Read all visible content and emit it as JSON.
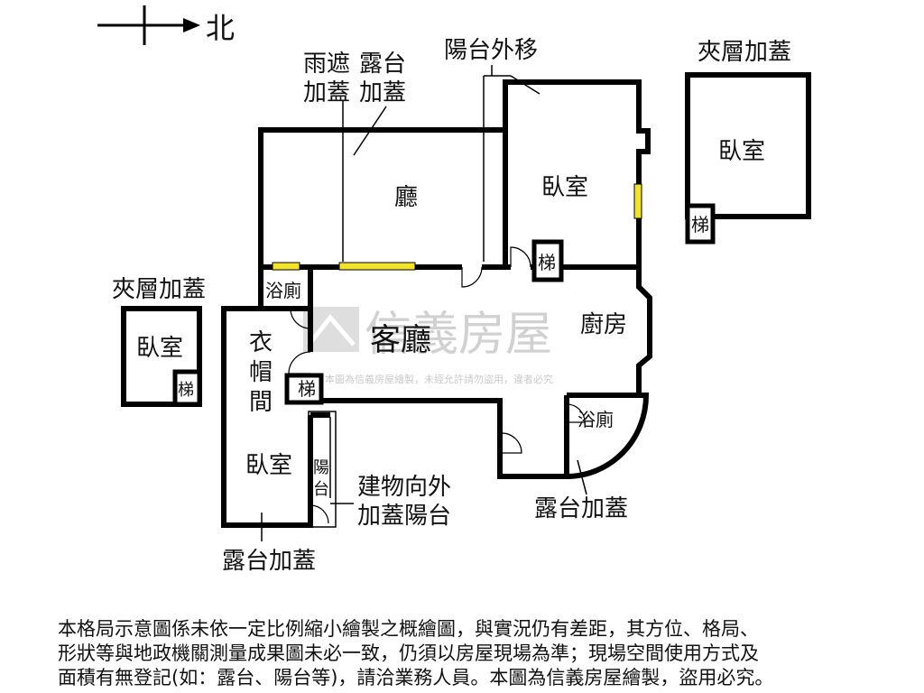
{
  "compass": {
    "direction": "北"
  },
  "labels": {
    "rain_cover": "雨遮",
    "terrace_1": "露台",
    "add_1": "加蓋",
    "add_2": "加蓋",
    "balcony_moved": "陽台外移",
    "mezzanine_right": "夾層加蓋",
    "mezzanine_left": "夾層加蓋",
    "hall": "廳",
    "bedroom_main": "臥室",
    "bedroom_mez_right": "臥室",
    "bedroom_mez_left": "臥室",
    "bedroom_left": "臥室",
    "stair_1": "梯",
    "stair_2": "梯",
    "stair_3": "梯",
    "stair_4": "梯",
    "bath_top": "浴廁",
    "bath_right": "浴廁",
    "living_room": "客廳",
    "kitchen": "廚房",
    "cloak_1": "衣",
    "cloak_2": "帽",
    "cloak_3": "間",
    "balcony_small_1": "陽",
    "balcony_small_2": "台",
    "ext_1": "建物向外",
    "ext_2": "加蓋陽台",
    "terrace_add_bottom": "露台加蓋",
    "terrace_add_right": "露台加蓋"
  },
  "watermark": {
    "brand": "信義房屋",
    "notice": "本圖為信義房屋繪製，未經允許請勿盜用，違者必究"
  },
  "disclaimer": {
    "line1": "本格局示意圖係未依一定比例縮小繪製之概繪圖，與實況仍有差距，其方位、格局、",
    "line2": "形狀等與地政機關測量成果圖未必一致，仍須以房屋現場為準；現場空間使用方式及",
    "line3": "面積有無登記(如：露台、陽台等)，請洽業務人員。本圖為信義房屋繪製，盜用必究。"
  }
}
